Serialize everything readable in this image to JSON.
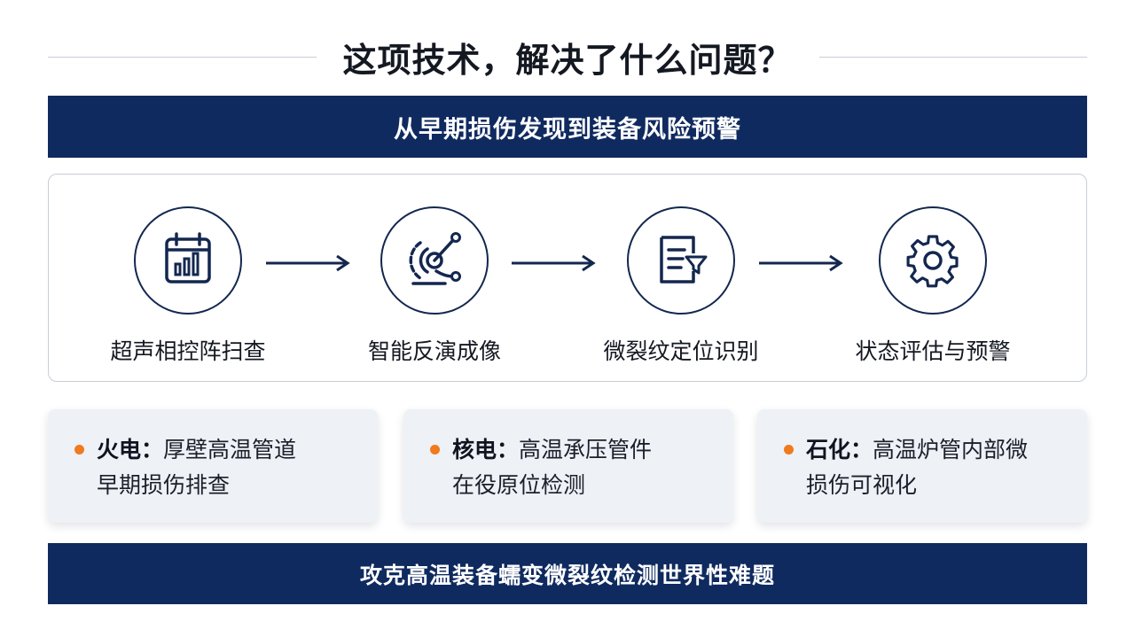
{
  "title": "这项技术，解决了什么问题？",
  "banner_top": "从早期损伤发现到装备风险预警",
  "steps": [
    {
      "label": "超声相控阵扫查",
      "icon": "calendar-chart-icon"
    },
    {
      "label": "智能反演成像",
      "icon": "target-signal-icon"
    },
    {
      "label": "微裂纹定位识别",
      "icon": "document-filter-icon"
    },
    {
      "label": "状态评估与预警",
      "icon": "gear-icon"
    }
  ],
  "cards": [
    {
      "head": "火电：",
      "line1": "厚壁高温管道",
      "line2": "早期损伤排查"
    },
    {
      "head": "核电：",
      "line1": "高温承压管件",
      "line2": "在役原位检测"
    },
    {
      "head": "石化：",
      "line1": "高温炉管内部微",
      "line2": "损伤可视化"
    }
  ],
  "banner_bottom": "攻克高温装备蠕变微裂纹检测世界性难题",
  "colors": {
    "navy": "#0f2a5f",
    "accent_dot": "#f07a1e",
    "icon_stroke": "#13274f"
  }
}
